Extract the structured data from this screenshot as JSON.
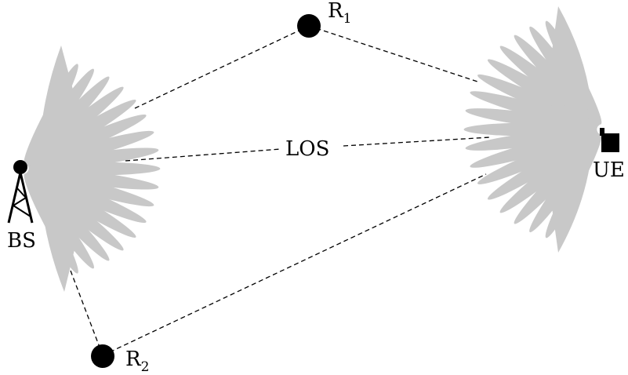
{
  "nodes": {
    "bs": {
      "label": "BS"
    },
    "ue": {
      "label": "UE"
    },
    "r1": {
      "label": "R",
      "subscript": "1"
    },
    "r2": {
      "label": "R",
      "subscript": "2"
    }
  },
  "links": {
    "los": {
      "label": "LOS"
    }
  },
  "colors": {
    "beam": "#c8c8c8",
    "ink": "#000000"
  },
  "icons": {
    "bs": "antenna-tower-icon",
    "ue": "user-equipment-icon",
    "relay": "relay-node-icon"
  }
}
